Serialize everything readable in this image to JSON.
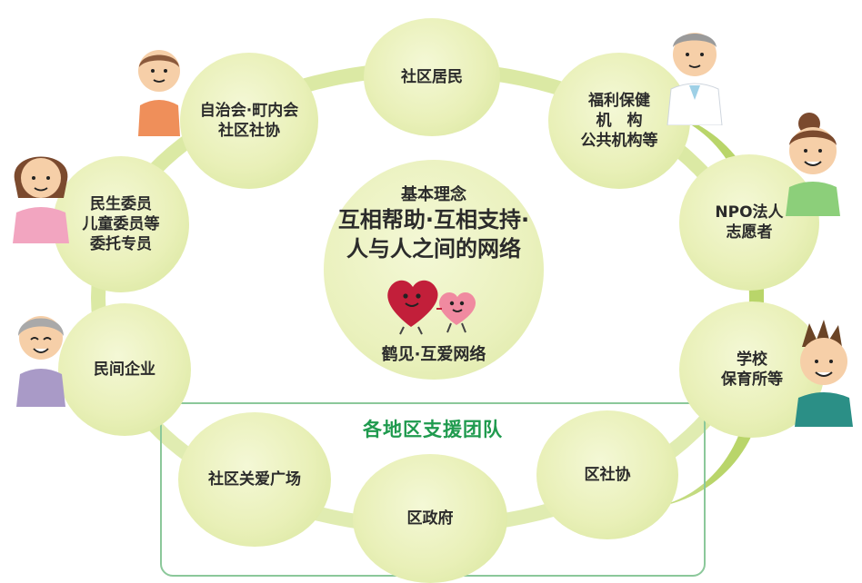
{
  "center": {
    "subtitle": "基本理念",
    "title": "互相帮助·互相支持·\n人与人之间的网络",
    "network_name": "鹤见·互爱网络"
  },
  "support_group": {
    "label": "各地区支援团队"
  },
  "nodes": {
    "residents": "社区居民",
    "welfare": "福利保健\n机　构\n公共机构等",
    "npo": "NPO法人\n志愿者",
    "school": "学校\n保育所等",
    "district_council": "区社协",
    "ward_office": "区政府",
    "care_plaza": "社区关爱广场",
    "private_companies": "民间企业",
    "commissioners": "民生委员\n儿童委员等\n委托专员",
    "neighborhood": "自治会·町内会\n社区社协"
  },
  "colors": {
    "ring": "#dbe9a4",
    "ring_accent": "#b9d56a",
    "node_fill": "#e9f0b8",
    "support_border": "#8bc89a",
    "support_text": "#1f9a4e",
    "heart_dark": "#c21f3a",
    "heart_light": "#f08aa0"
  },
  "icons": [
    "heart-characters-icon",
    "person-icon"
  ]
}
